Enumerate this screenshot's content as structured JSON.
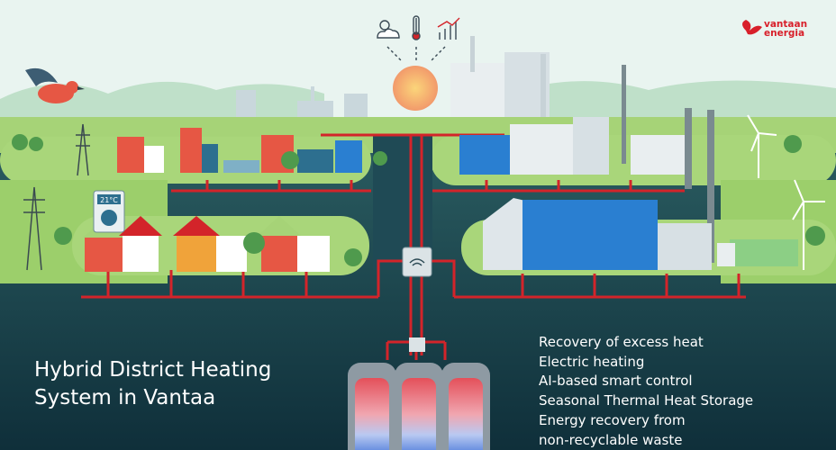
{
  "title": {
    "line1": "Hybrid District Heating",
    "line2": "System in Vantaa"
  },
  "features": [
    "Recovery of excess heat",
    "Electric heating",
    "AI-based smart control",
    "Seasonal Thermal Heat Storage",
    "Energy recovery from",
    "non-recyclable waste"
  ],
  "logo": {
    "line1": "vantaan",
    "line2": "energia"
  },
  "thermostat": {
    "reading": "21°C"
  },
  "icons": [
    "cloud-sun-icon",
    "thermometer-icon",
    "growth-chart-icon",
    "wifi-icon",
    "bird-icon"
  ],
  "colors": {
    "background_sky": "#e8f3ef",
    "grass": "#9ccf6b",
    "underground": "#1f4a55",
    "deep": "#123641",
    "pipe": "#d3242a",
    "brand_red": "#d81f2a",
    "text": "#ffffff"
  }
}
